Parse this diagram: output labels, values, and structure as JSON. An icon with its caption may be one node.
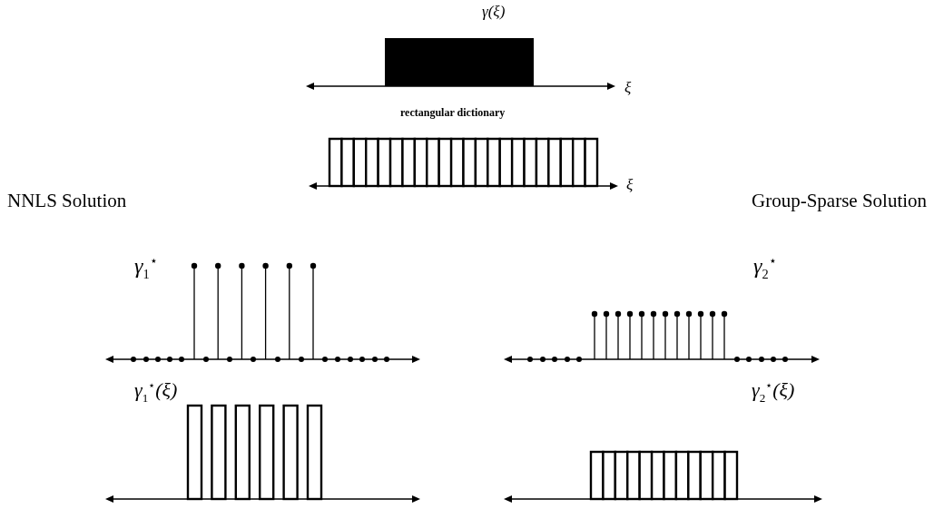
{
  "diagram": {
    "labels": [
      "γ(ξ)",
      "ξ",
      "rectangular dictionary",
      "ξ",
      "NNLS Solution",
      "Group-Sparse Solution",
      "γ$_{1}$$^{⋆}$",
      "γ$_{2}$$^{⋆}$",
      "γ$_{1}$$^{⋆}$(ξ)",
      "γ$_{2}$$^{⋆}$(ξ)"
    ]
  }
}
